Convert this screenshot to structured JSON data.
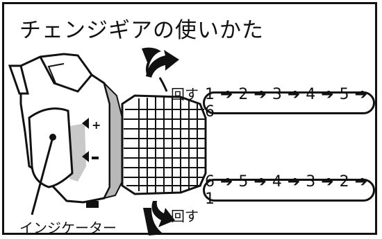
{
  "diagram": {
    "title": "チェンジギアの使いかた",
    "rotate_label_top": "回す",
    "rotate_label_bottom": "回す",
    "sequence_up": "1 ➔ 2 ➔ 3 ➔ 4 ➔ 5 ➔ 6",
    "sequence_down": "6 ➔ 5 ➔ 4 ➔ 3 ➔ 2 ➔ 1",
    "indicator_label": "インジケーター"
  }
}
